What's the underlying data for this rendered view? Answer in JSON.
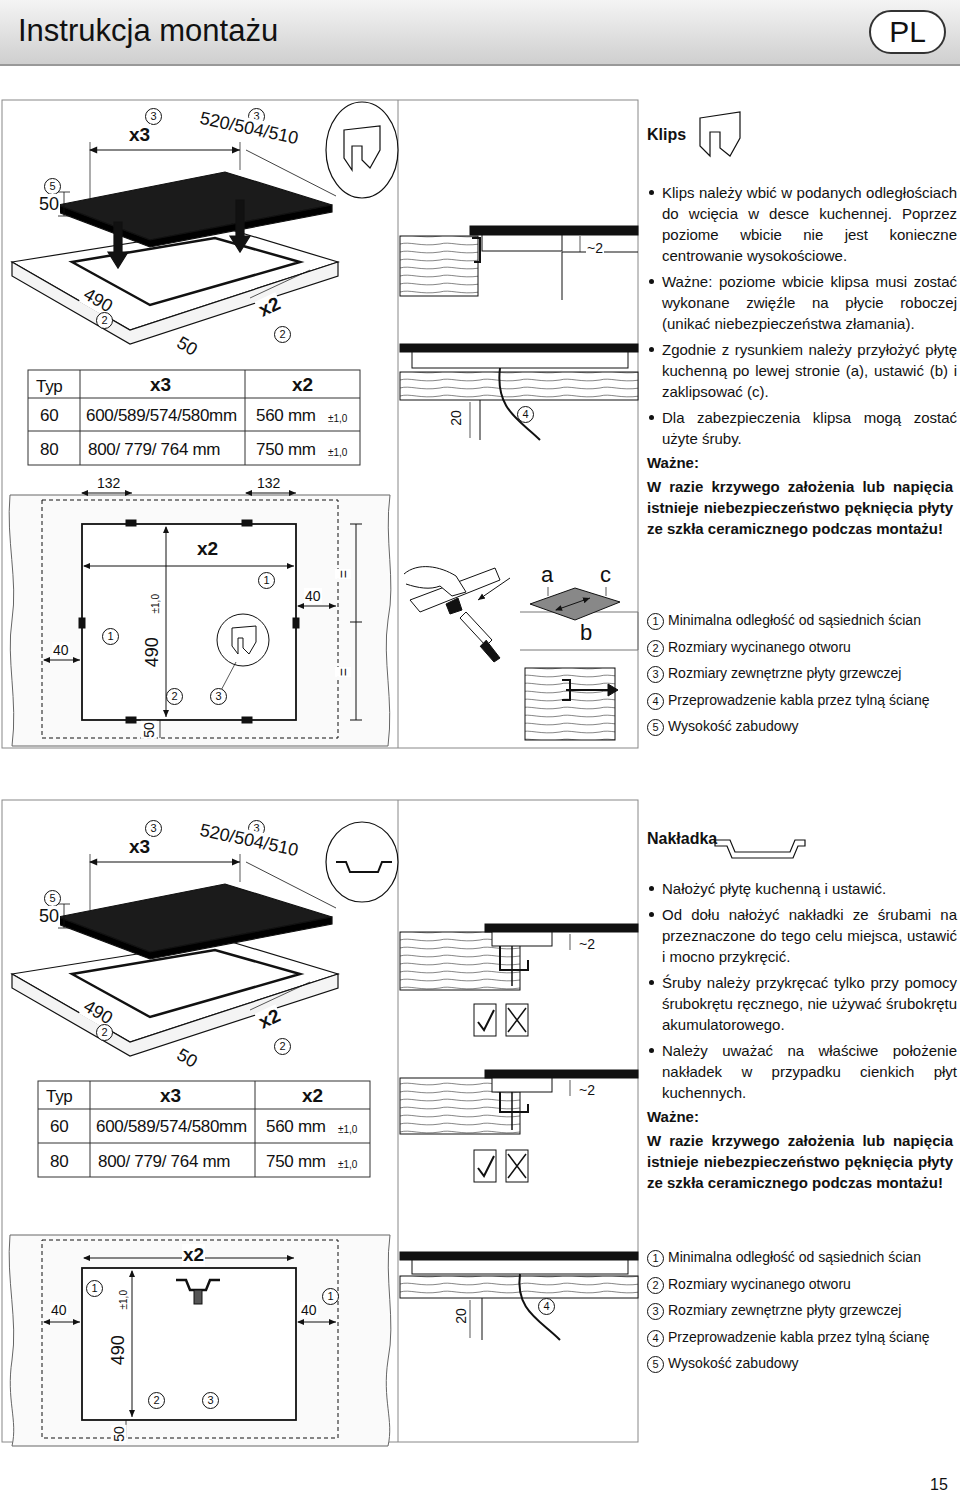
{
  "diagram": {
    "title": "Instrukcja montażu",
    "nodes": [
      {
        "text": [
          "PL"
        ]
      }
    ],
    "labels": [
      "3",
      "x3",
      "3",
      "520/504/510",
      "5",
      "50",
      "490",
      "2",
      "50",
      "x2",
      "2",
      "Typ",
      "x3",
      "x2",
      "60",
      "600/589/574/580mm",
      "560 mm",
      "±1,0",
      "80",
      "800/ 779/ 764 mm",
      "750 mm",
      "±1,0",
      "132",
      "132",
      "x2",
      "1",
      "40",
      "=",
      "40",
      "1",
      "490",
      "±1,0",
      "2",
      "3",
      "=",
      "50",
      "~2",
      "20",
      "4",
      "a",
      "c",
      "b",
      "Klips",
      "Klips należy wbić w podanych odległościach do wcięcia w desce kuchennej. Poprzez poziome wbicie nie jest konieczne centrowanie wysokościowe.",
      "Ważne: poziome wbicie klipsa musi zostać wykonane zwięźle na płycie roboczej (unikać niebezpieczeństwa złamania).",
      "Zgodnie z rysunkiem należy przyłożyć płytę kuchenną po lewej stronie (a), ustawić (b) i zaklipsować (c).",
      "Dla zabezpieczenia klipsa mogą zostać użyte śruby.",
      "Ważne:",
      "W razie krzywego założenia lub napięcia istnieje niebezpieczeństwo pęknięcia płyty ze szkła ceramicznego podczas montażu!",
      "1",
      "Minimalna odległość od sąsiednich ścian",
      "2",
      "Rozmiary wycinanego otworu",
      "3",
      "Rozmiary zewnętrzne płyty grzewczej",
      "4",
      "Przeprowadzenie kabla przez tylną ścianę",
      "5",
      "Wysokość zabudowy",
      "3",
      "x3",
      "3",
      "520/504/510",
      "5",
      "50",
      "490",
      "2",
      "50",
      "x2",
      "2",
      "Typ",
      "x3",
      "x2",
      "60",
      "600/589/574/580mm",
      "560 mm",
      "±1,0",
      "80",
      "800/ 779/ 764 mm",
      "750 mm",
      "±1,0",
      "x2",
      "40",
      "1",
      "40",
      "1",
      "490",
      "±1,0",
      "2",
      "3",
      "50",
      "~2",
      "~2",
      "20",
      "4",
      "Nakładka",
      "Nałożyć płytę kuchenną i ustawić.",
      "Od dołu nałożyć nakładki ze śrubami na przeznaczone do tego celu miejsca, ustawić i mocno przykręcić.",
      "Śruby należy przykręcać tylko przy pomocy śrubokrętu ręcznego, nie używać śrubokrętu akumulatorowego.",
      "Należy uważać na właściwe położenie nakładek w przypadku cienkich płyt kuchennych.",
      "Ważne:",
      "W razie krzywego założenia lub napięcia istnieje niebezpieczeństwo pęknięcia płyty ze szkła ceramicznego podczas montażu!",
      "1",
      "Minimalna odległość od sąsiednich ścian",
      "2",
      "Rozmiary wycinanego otworu",
      "3",
      "Rozmiary zewnętrzne płyty grzewczej",
      "4",
      "Przeprowadzenie kabla przez tylną ścianę",
      "5",
      "Wysokość zabudowy",
      "15"
    ]
  }
}
